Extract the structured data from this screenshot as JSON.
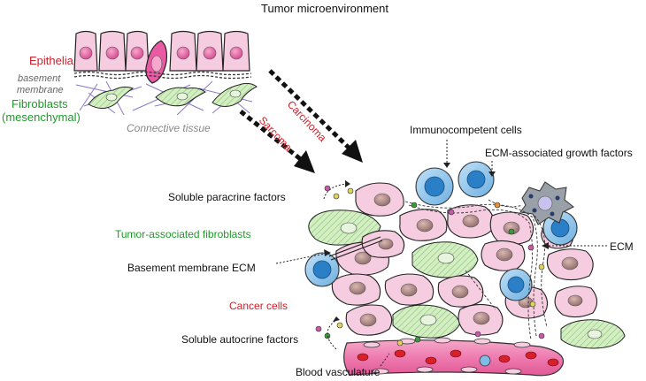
{
  "title": "Tumor microenvironment",
  "top": {
    "epithelia": "Epithelia",
    "basement_membrane": [
      "basement",
      "membrane"
    ],
    "fibroblasts": [
      "Fibroblasts",
      "(mesenchymal)"
    ],
    "connective_tissue": "Connective tissue"
  },
  "arrows": {
    "carcinoma": "Carcinoma",
    "sarcoma": "Sarcoma"
  },
  "labels": {
    "immunocompetent_cells": "Immunocompetent cells",
    "ecm_growth_factors": "ECM-associated growth factors",
    "soluble_paracrine": "Soluble paracrine factors",
    "tumor_fibroblasts": "Tumor-associated fibroblasts",
    "basement_membrane_ecm": "Basement membrane ECM",
    "ecm": "ECM",
    "cancer_cells": "Cancer cells",
    "soluble_autocrine": "Soluble autocrine factors",
    "blood_vasculature": "Blood vasculature"
  },
  "colors": {
    "epithelia": "#d0202c",
    "fibroblast_label": "#1f9a2a",
    "cell_fill": "#f6cde0",
    "nucleus": "#b08a86",
    "immune_cell": "#7fbbe6",
    "fibroblast_fill": "#c9e8b6",
    "vessel": "#e8629a",
    "rbc": "#d8202a"
  }
}
